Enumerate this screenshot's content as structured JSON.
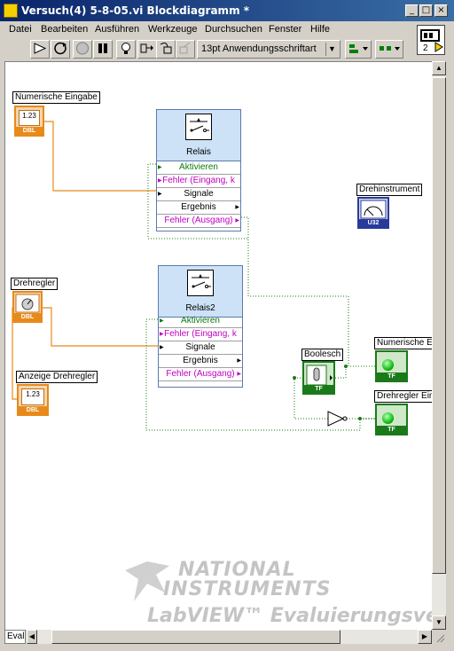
{
  "window": {
    "title": "Versuch(4) 5-8-05.vi Blockdiagramm *"
  },
  "menu": [
    "Datei",
    "Bearbeiten",
    "Ausführen",
    "Werkzeuge",
    "Durchsuchen",
    "Fenster",
    "Hilfe"
  ],
  "toolbar": {
    "font": "13pt Anwendungsschriftart",
    "context_help_value": "2"
  },
  "controls": {
    "numeric_input": {
      "label": "Numerische Eingabe",
      "value": "1.23",
      "type": "DBL"
    },
    "knob": {
      "label": "Drehregler",
      "type": "DBL"
    },
    "knob_display": {
      "label": "Anzeige Drehregler",
      "value": "1.23",
      "type": "DBL"
    },
    "gauge": {
      "label": "Drehinstrument",
      "type": "U32"
    },
    "boolean": {
      "label": "Boolesch",
      "type": "TF"
    },
    "numeric_led": {
      "label": "Numerische Ei",
      "type": "TF"
    },
    "knob_led": {
      "label": "Drehregler Ein",
      "type": "TF"
    }
  },
  "express_vis": [
    {
      "name": "Relais",
      "rows": [
        "Aktivieren",
        "Fehler (Eingang, k",
        "Signale",
        "Ergebnis",
        "Fehler (Ausgang)"
      ]
    },
    {
      "name": "Relais2",
      "rows": [
        "Aktivieren",
        "Fehler (Eingang, k",
        "Signale",
        "Ergebnis",
        "Fehler (Ausgang)"
      ]
    }
  ],
  "watermark": {
    "line1": "NATIONAL",
    "line2": "INSTRUMENTS",
    "line3": "LabVIEW™ Evaluierungsversion"
  },
  "status": {
    "eval_label": "Eval"
  },
  "colors": {
    "title_bar": "#0a246a",
    "wire_numeric": "#e88a1a",
    "wire_boolean": "#1a7a1a",
    "express_header": "#cde2f6"
  }
}
